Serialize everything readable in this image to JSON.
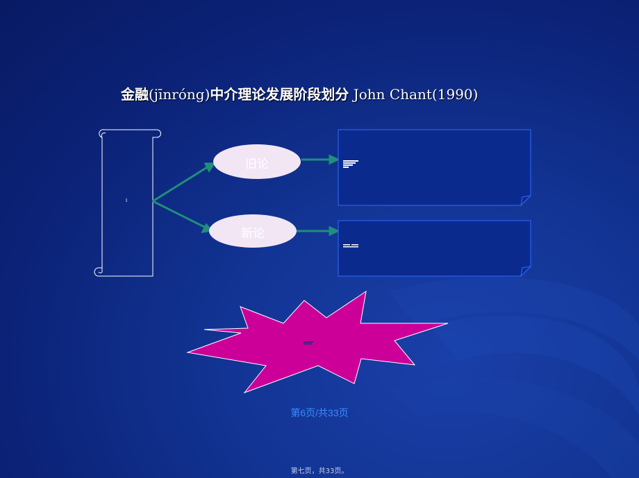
{
  "slide": {
    "title_cn_1": "金融",
    "title_pinyin": "(jīnróng)",
    "title_cn_2": "中介理论发展阶段划分",
    "title_en": " John Chant(1990)",
    "scroll_text": "i",
    "old_theory_label": "旧论",
    "new_theory_label": "新论",
    "box1_text": "",
    "box2_text": "",
    "star_text": "",
    "page_number": "第6页/共33页",
    "footer": "第七页，共33页。"
  },
  "colors": {
    "background": "#0b2277",
    "arrow": "#1f8f7a",
    "ellipse_fill": "#f2e6f5",
    "star_fill": "#cc0099",
    "box_border": "#2f6bff",
    "page_number": "#3a8bff"
  }
}
